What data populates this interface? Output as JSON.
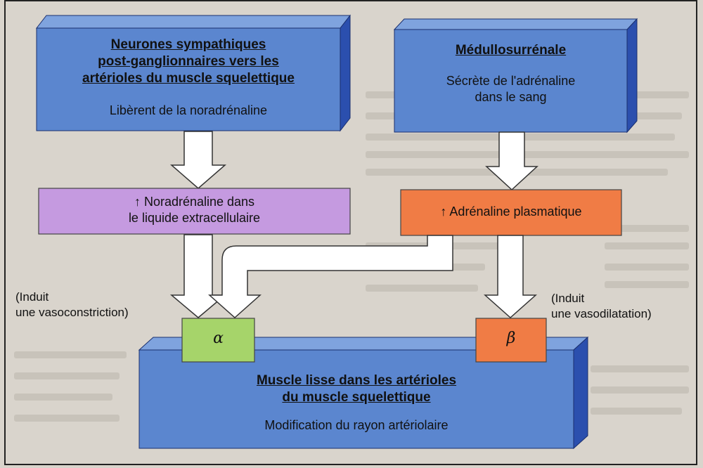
{
  "colors": {
    "blue_face": "#5b86cf",
    "blue_side": "#2b4fae",
    "purple": "#c59ae0",
    "orange": "#f07c45",
    "green": "#a6d46a",
    "background": "#d9d4cc"
  },
  "boxes": {
    "neurones": {
      "title_lines": [
        "Neurones sympathiques",
        "post-ganglionnaires vers les",
        "artérioles du muscle squelettique"
      ],
      "text": "Libèrent de la noradrénaline"
    },
    "medullo": {
      "title": "Médullosurrénale",
      "text_lines": [
        "Sécrète de l'adrénaline",
        "dans le sang"
      ]
    },
    "noradrenaline": {
      "lines": [
        "↑ Noradrénaline dans",
        "le liquide extracellulaire"
      ]
    },
    "adrenaline": {
      "text": "↑ Adrénaline plasmatique"
    },
    "muscle": {
      "title_lines": [
        "Muscle lisse dans les artérioles",
        "du muscle squelettique"
      ],
      "text": "Modification du rayon artériolaire"
    }
  },
  "receptors": {
    "alpha": "α",
    "beta": "β"
  },
  "labels": {
    "left_lines": [
      "(Induit",
      "une vasoconstriction)"
    ],
    "right_lines": [
      "(Induit",
      "une vasodilatation)"
    ]
  }
}
